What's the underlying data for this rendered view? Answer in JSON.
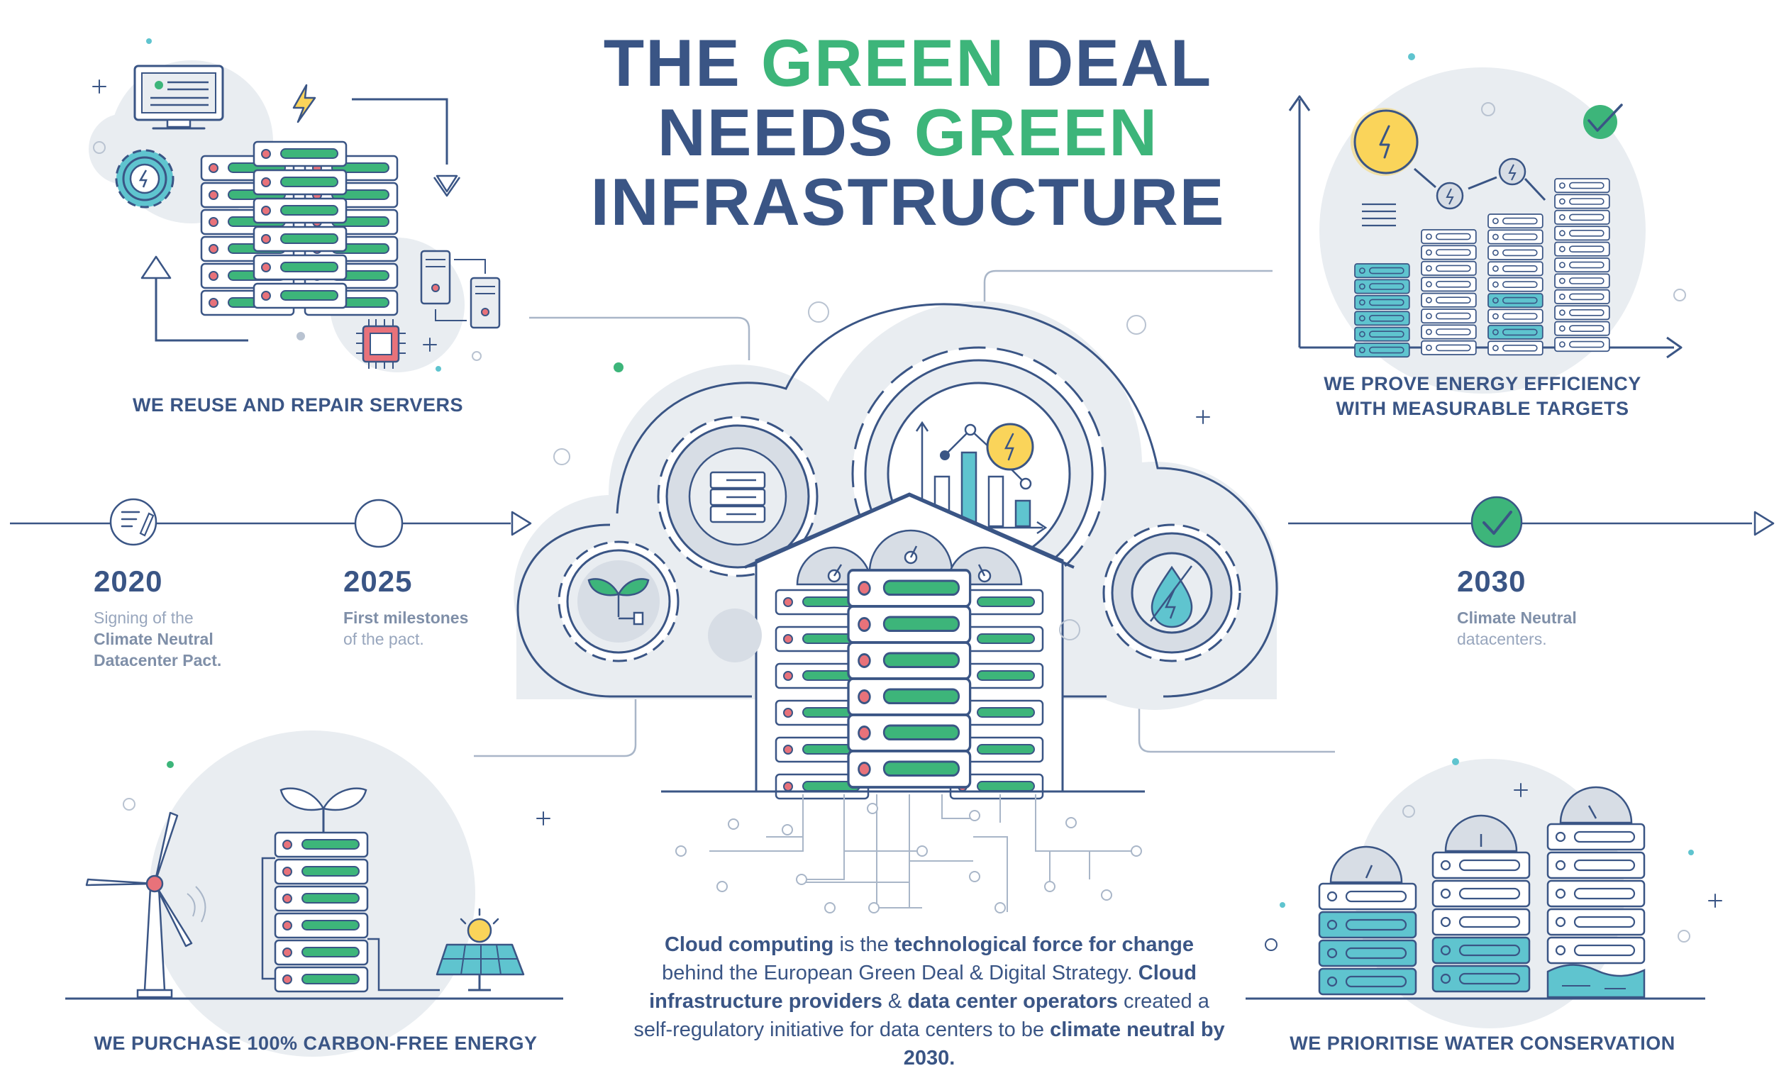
{
  "title": {
    "line1_a": "THE ",
    "line1_b": "GREEN",
    "line1_c": " DEAL",
    "line2_a": "NEEDS ",
    "line2_b": "GREEN",
    "line3": "INFRASTRUCTURE"
  },
  "sections": {
    "reuse": "WE REUSE AND REPAIR SERVERS",
    "efficiency_1": "WE PROVE ENERGY EFFICIENCY",
    "efficiency_2": "WITH MEASURABLE TARGETS",
    "energy": "WE PURCHASE 100% CARBON-FREE ENERGY",
    "water": "WE PRIORITISE WATER CONSERVATION"
  },
  "timeline": {
    "m2020": {
      "year": "2020",
      "l1": "Signing of the",
      "l2": "Climate Neutral",
      "l3": "Datacenter Pact."
    },
    "m2025": {
      "year": "2025",
      "l1": "First milestones",
      "l2": "of the pact."
    },
    "m2030": {
      "year": "2030",
      "l1": "Climate Neutral",
      "l2": "datacenters."
    }
  },
  "body": {
    "s1": "Cloud computing",
    "s2": " is the ",
    "s3": "technological force for change",
    "s4": " behind the European Green Deal & Digital Strategy. ",
    "s5": "Cloud infrastructure providers",
    "s6": " & ",
    "s7": "data center operators",
    "s8": " created a self-regulatory initiative for data centers to be ",
    "s9": "climate neutral by 2030."
  },
  "icons": {
    "monitor": "monitor-icon",
    "lightning": "lightning-icon",
    "gear": "gear-icon",
    "server": "server-rack-icon",
    "chip": "chip-icon",
    "checkmark": "checkmark-icon",
    "wind_turbine": "wind-turbine-icon",
    "solar_panel": "solar-panel-icon",
    "sprout": "sprout-icon",
    "water_drop": "water-drop-icon",
    "cloud": "cloud-icon"
  },
  "colors": {
    "navy": "#3a5585",
    "green": "#3db57a",
    "teal": "#5fc4cf",
    "yellow": "#fad45a",
    "red": "#e8727a",
    "bg": "#e9edf1"
  }
}
